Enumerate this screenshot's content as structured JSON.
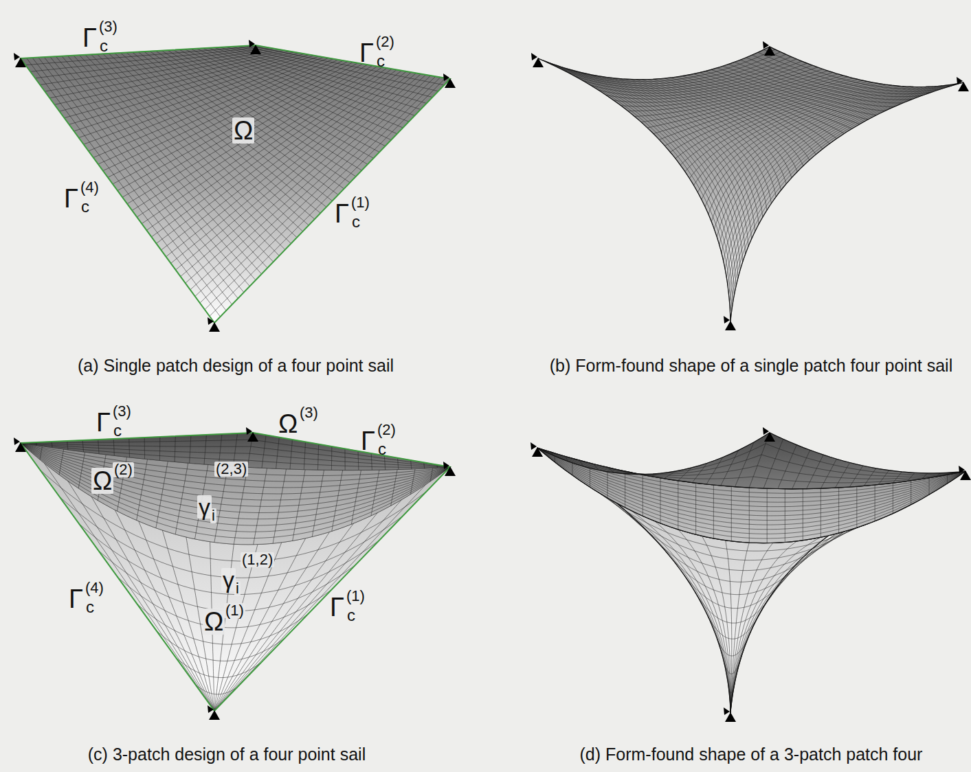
{
  "diagram": {
    "labels": [
      "Γ",
      "c",
      "(3)",
      "Γ",
      "c",
      "(2)",
      "Ω",
      "Γ",
      "c",
      "(4)",
      "Γ",
      "c",
      "(1)",
      "(a) Single patch design of a four point sail",
      "(b) Form-found shape of a single patch four point sail",
      "Γ",
      "c",
      "(3)",
      "Ω",
      "(3)",
      "Γ",
      "c",
      "(2)",
      "Ω",
      "(2)",
      "γ",
      "i",
      "(2,3)",
      "γ",
      "i",
      "(1,2)",
      "Γ",
      "c",
      "(4)",
      "Ω",
      "(1)",
      "Γ",
      "c",
      "(1)",
      "(c) 3-patch design of a four point sail",
      "(d) Form-found shape of a 3-patch patch four"
    ]
  }
}
